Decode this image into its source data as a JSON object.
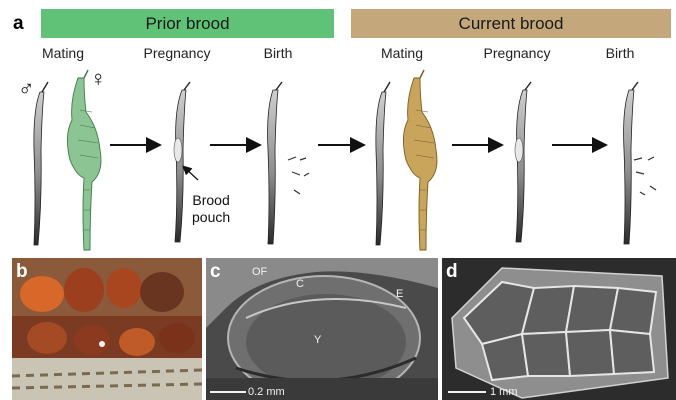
{
  "panel_a": {
    "letter": "a",
    "banners": [
      {
        "label": "Prior brood",
        "color": "#5fc277"
      },
      {
        "label": "Current brood",
        "color": "#c4a77a"
      }
    ],
    "stages": [
      "Mating",
      "Pregnancy",
      "Birth",
      "Mating",
      "Pregnancy",
      "Birth"
    ],
    "male_symbol": "♂",
    "female_symbol": "♀",
    "pouch_label_line1": "Brood",
    "pouch_label_line2": "pouch"
  },
  "panel_b": {
    "letter": "b"
  },
  "panel_c": {
    "letter": "c",
    "labels": {
      "of": "OF",
      "c": "C",
      "e": "E",
      "y": "Y"
    },
    "scale": "0.2 mm"
  },
  "panel_d": {
    "letter": "d",
    "scale": "1 mm"
  },
  "colors": {
    "female_prior": "#7fbf8a",
    "female_current": "#c9a55c",
    "male": "#3a3a3a"
  }
}
